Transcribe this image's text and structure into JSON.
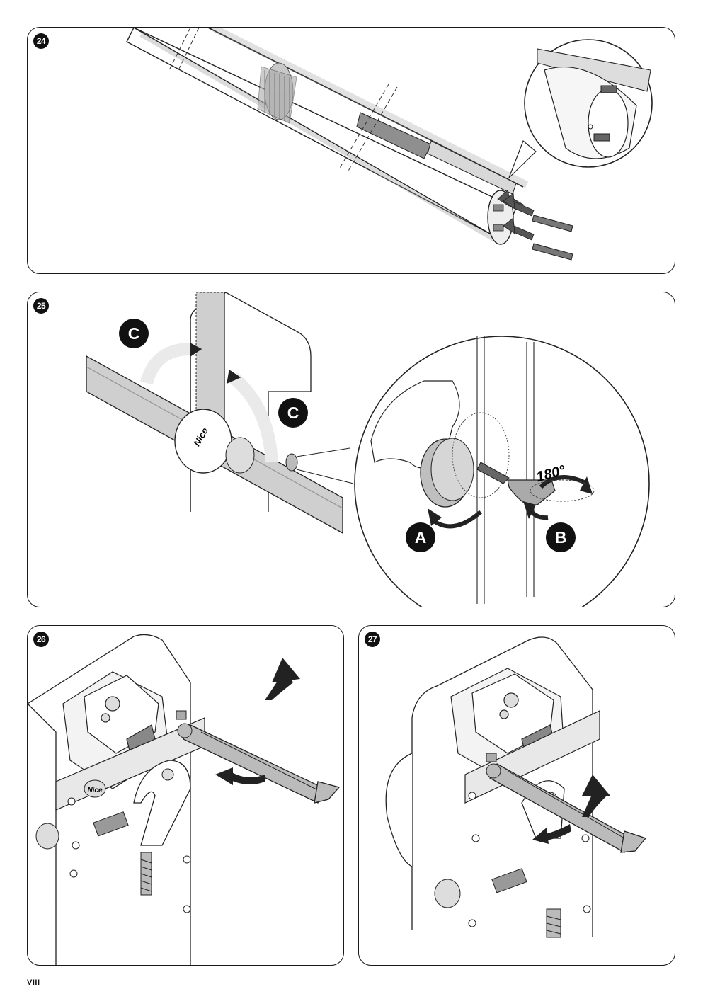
{
  "figures": [
    {
      "number": "24"
    },
    {
      "number": "25",
      "callouts": {
        "c_top": "C",
        "c_right": "C",
        "a": "A",
        "b": "B",
        "angle": "180°",
        "brand": "Nice"
      }
    },
    {
      "number": "26",
      "brand": "Nice"
    },
    {
      "number": "27"
    }
  ],
  "footer": {
    "page_number": "VIII"
  }
}
